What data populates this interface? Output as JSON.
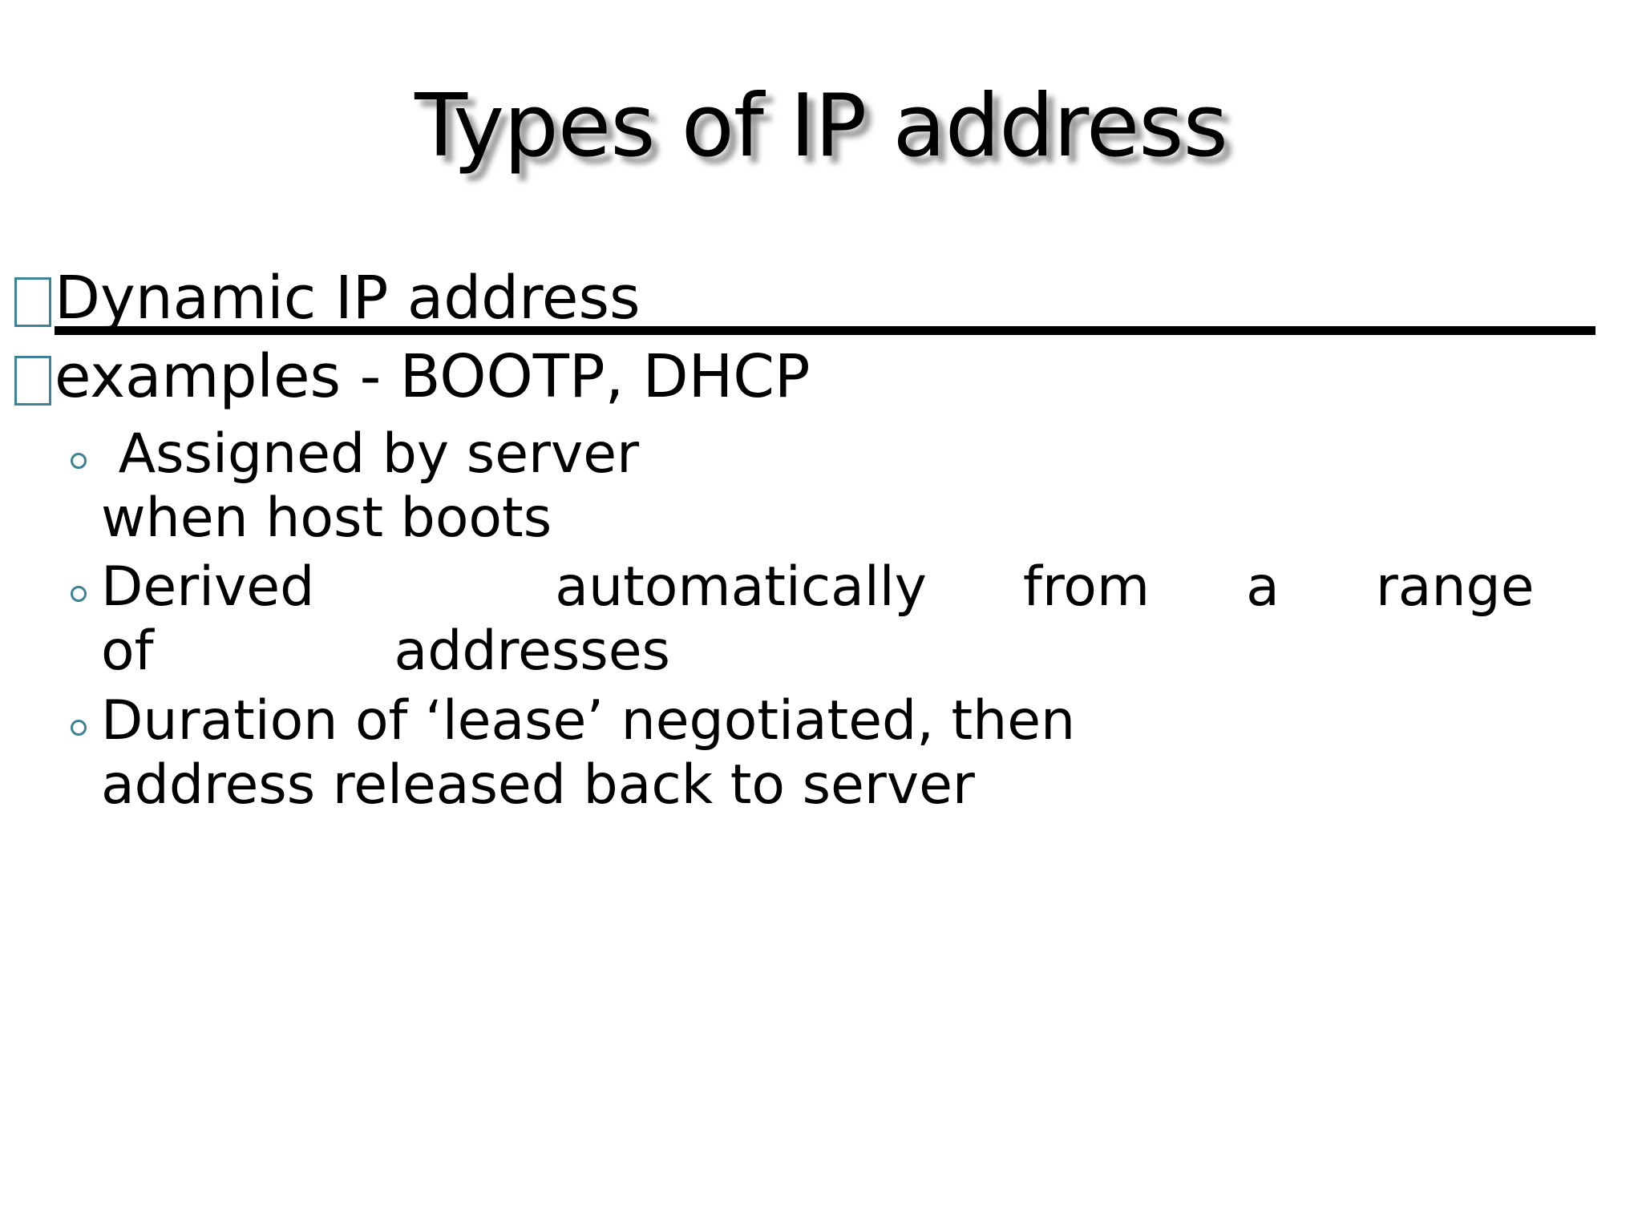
{
  "slide": {
    "title": "Types of IP address",
    "background_color": "#ffffff",
    "text_color": "#000000",
    "bullet_marker_color": "#3d8296",
    "title_shadow_color": "#787878"
  },
  "bullets": {
    "level1": [
      {
        "marker": "hollow-square-bullet",
        "text": "Dynamic IP address",
        "underlined": true
      },
      {
        "marker": "hollow-square-bullet",
        "text": "examples - BOOTP,  DHCP",
        "underlined": false
      }
    ],
    "level2": [
      {
        "marker": "hollow-circle-bullet",
        "lines": [
          " Assigned by server",
          "when host boots"
        ]
      },
      {
        "marker": "hollow-circle-bullet",
        "lines": [
          "Derived",
          "automatically",
          "from",
          "a",
          "range",
          "of",
          "addresses"
        ],
        "justified": true,
        "line1_words": [
          "Derived",
          "automatically",
          "from",
          "a",
          "range"
        ],
        "line2_words": [
          "of",
          "addresses"
        ]
      },
      {
        "marker": "hollow-circle-bullet",
        "lines": [
          "Duration of ‘lease’ negotiated, then",
          "address released back to server"
        ]
      }
    ]
  }
}
